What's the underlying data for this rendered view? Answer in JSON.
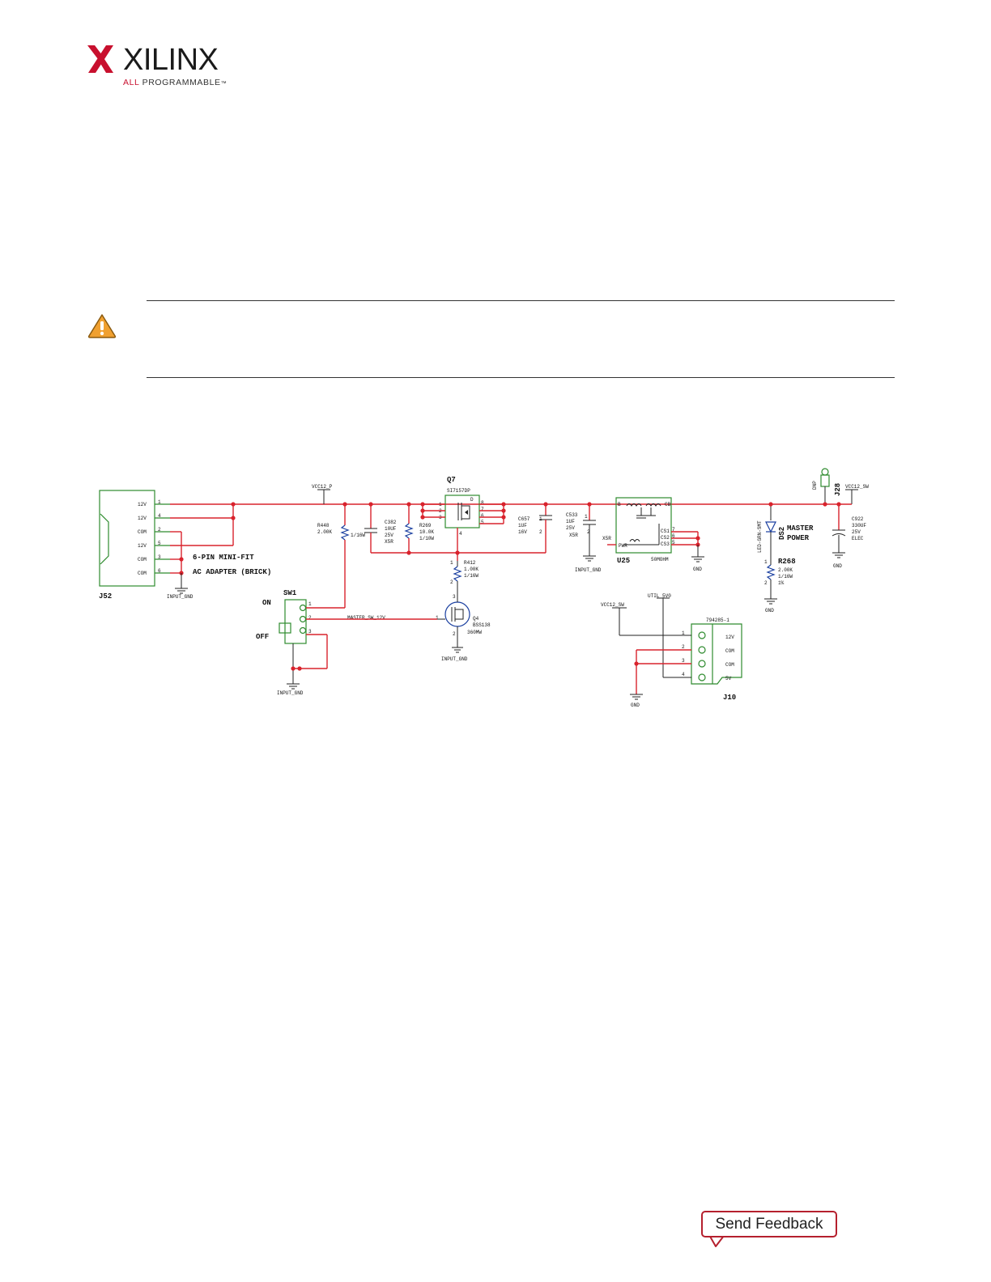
{
  "header": {
    "brand": "XILINX",
    "tagline_prefix": "ALL",
    "tagline_rest": " PROGRAMMABLE",
    "tagline_tm": "™"
  },
  "schematic": {
    "j52": {
      "ref": "J52",
      "pins": [
        {
          "num": "1",
          "label": "12V"
        },
        {
          "num": "4",
          "label": "12V"
        },
        {
          "num": "2",
          "label": "COM"
        },
        {
          "num": "5",
          "label": "12V"
        },
        {
          "num": "3",
          "label": "COM"
        },
        {
          "num": "6",
          "label": "COM"
        }
      ],
      "title_line1": "6-PIN MINI-FIT",
      "title_line2": "AC ADAPTER (BRICK)",
      "gnd": "INPUT_GND"
    },
    "vcc12_p": "VCC12_P",
    "r448": {
      "ref": "R448",
      "value": "2.00K",
      "power": "1/16W"
    },
    "c382": {
      "ref": "C382",
      "v1": "10UF",
      "v2": "25V",
      "v3": "X5R"
    },
    "r269": {
      "ref": "R269",
      "value": "10.0K",
      "power": "1/10W"
    },
    "q7": {
      "ref": "Q7",
      "part": "SI7157DP",
      "pin_d": "D",
      "pins_left": [
        "1",
        "2",
        "3"
      ],
      "pins_right": [
        "8",
        "7",
        "6",
        "5"
      ],
      "pin_bottom": "4"
    },
    "c657": {
      "ref": "C657",
      "v1": "1UF",
      "v2": "16V",
      "p1": "1",
      "p2": "2"
    },
    "c533": {
      "ref": "C533",
      "v1": "1UF",
      "v2": "25V",
      "v3": "X5R",
      "p1": "1",
      "p2": "2"
    },
    "input_gnd": "INPUT_GND",
    "u25": {
      "ref": "U25",
      "value": "50MOHM",
      "pin_b": "B",
      "pin_x5r": "X5R",
      "pin_pwr": "PWR",
      "cs": [
        "CS1",
        "CS2",
        "CS3"
      ],
      "cs_nums": [
        "7",
        "6",
        "5"
      ],
      "cb": "CB"
    },
    "gnd": "GND",
    "r412": {
      "ref": "R412",
      "value": "1.00K",
      "power": "1/16W",
      "p1": "1",
      "p2": "2"
    },
    "q4": {
      "ref": "Q4",
      "part": "BSS138",
      "power": "360MW",
      "p1": "1",
      "p2": "2",
      "p3": "3"
    },
    "sw1": {
      "ref": "SW1",
      "on": "ON",
      "off": "OFF",
      "pins": [
        "1",
        "2",
        "3"
      ],
      "net": "MASTER_SW_12V",
      "gnd": "INPUT_GND"
    },
    "ds2": {
      "ref": "DS2",
      "part": "LED-GRN-SMT",
      "label1": "MASTER",
      "label2": "POWER"
    },
    "r268": {
      "ref": "R268",
      "value": "2.00K",
      "power": "1/16W",
      "tol": "1%",
      "p1": "1",
      "p2": "2"
    },
    "j28": {
      "ref": "J28",
      "dnp": "DNP"
    },
    "vcc12_sw": "VCC12_SW",
    "c922": {
      "ref": "C922",
      "v1": "330UF",
      "v2": "25V",
      "v3": "ELEC"
    },
    "j10": {
      "ref": "J10",
      "part": "794285-1",
      "pins": [
        {
          "num": "1",
          "label": "12V"
        },
        {
          "num": "2",
          "label": "COM"
        },
        {
          "num": "3",
          "label": "COM"
        },
        {
          "num": "4",
          "label": "5V"
        }
      ]
    },
    "util_5v0": "UTIL_5V0",
    "vcc12_sw_2": "VCC12_SW",
    "gnd_j10": "GND"
  },
  "footer": {
    "feedback_label": "Send Feedback"
  },
  "colors": {
    "wire": "#d9232d",
    "component": "#2e8b2e",
    "brand_red": "#c8102e",
    "caution_fill": "#f0a030"
  }
}
